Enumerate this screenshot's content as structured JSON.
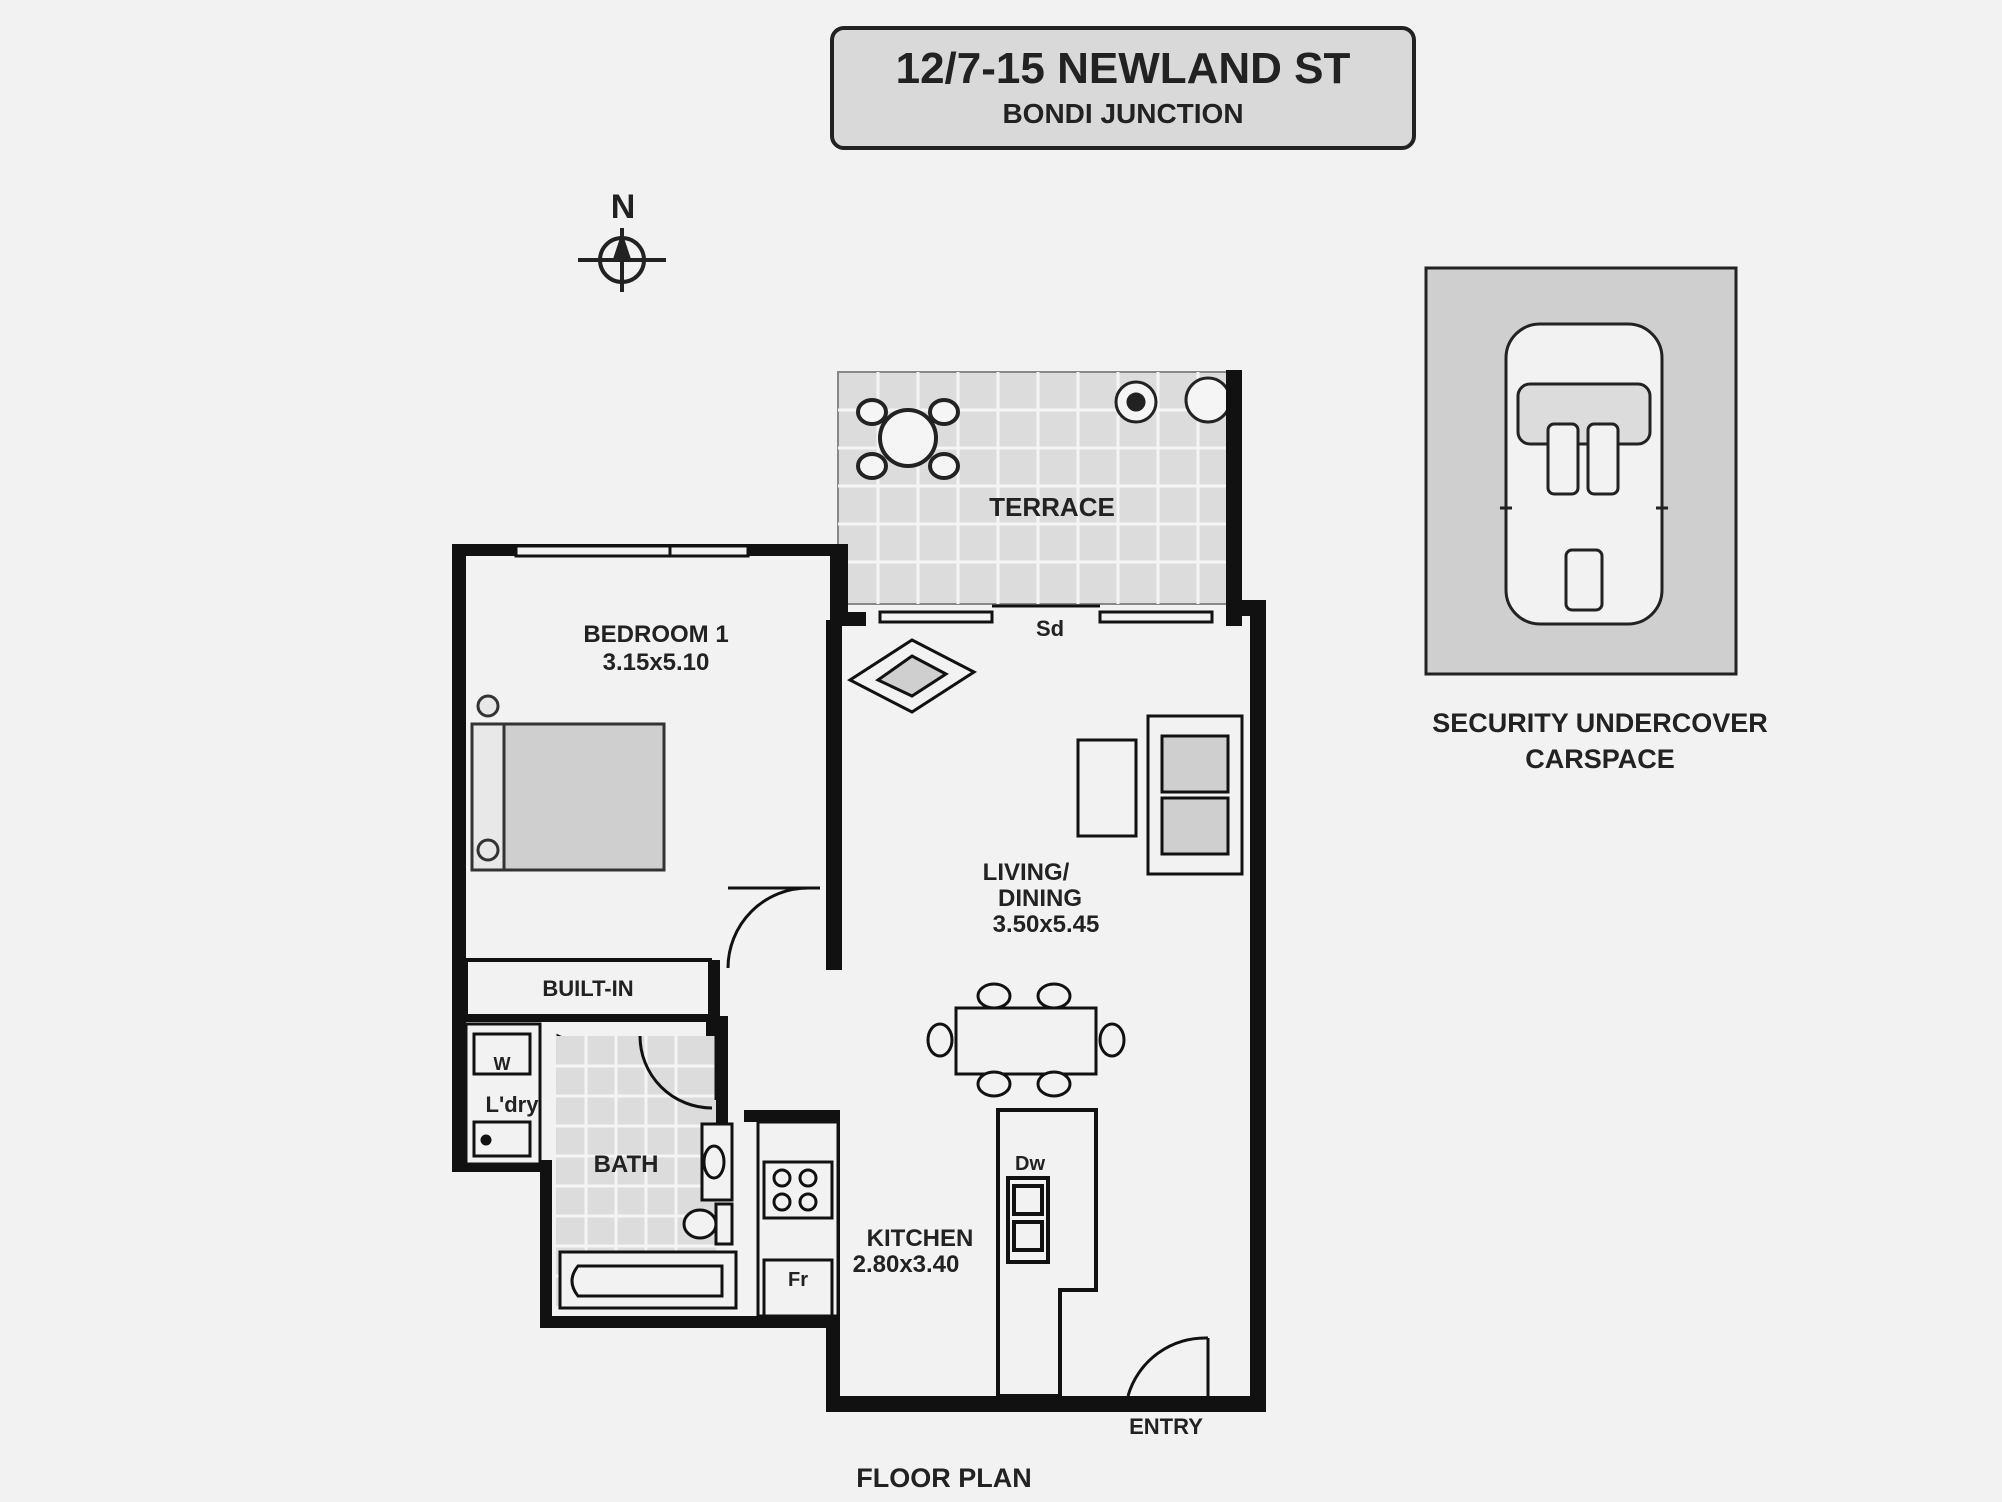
{
  "header": {
    "address": "12/7-15 NEWLAND ST",
    "suburb": "BONDI JUNCTION"
  },
  "compass": {
    "north": "N"
  },
  "rooms": {
    "terrace": "TERRACE",
    "sliding_door": "Sd",
    "bedroom_name": "BEDROOM 1",
    "bedroom_size": "3.15x5.10",
    "living_name": "LIVING/",
    "living_name2": "DINING",
    "living_size": "3.50x5.45",
    "builtin": "BUILT-IN",
    "washer": "W",
    "laundry": "L'dry",
    "bath": "BATH",
    "dishwasher": "Dw",
    "kitchen_name": "KITCHEN",
    "kitchen_size": "2.80x3.40",
    "fridge": "Fr",
    "entry": "ENTRY"
  },
  "carspace": {
    "line1": "SECURITY UNDERCOVER",
    "line2": "CARSPACE"
  },
  "caption": "FLOOR PLAN",
  "colors": {
    "background": "#f2f2f2",
    "wall": "#111111",
    "fill_grey": "#cfcfcf",
    "tile": "#dcdcdc"
  }
}
